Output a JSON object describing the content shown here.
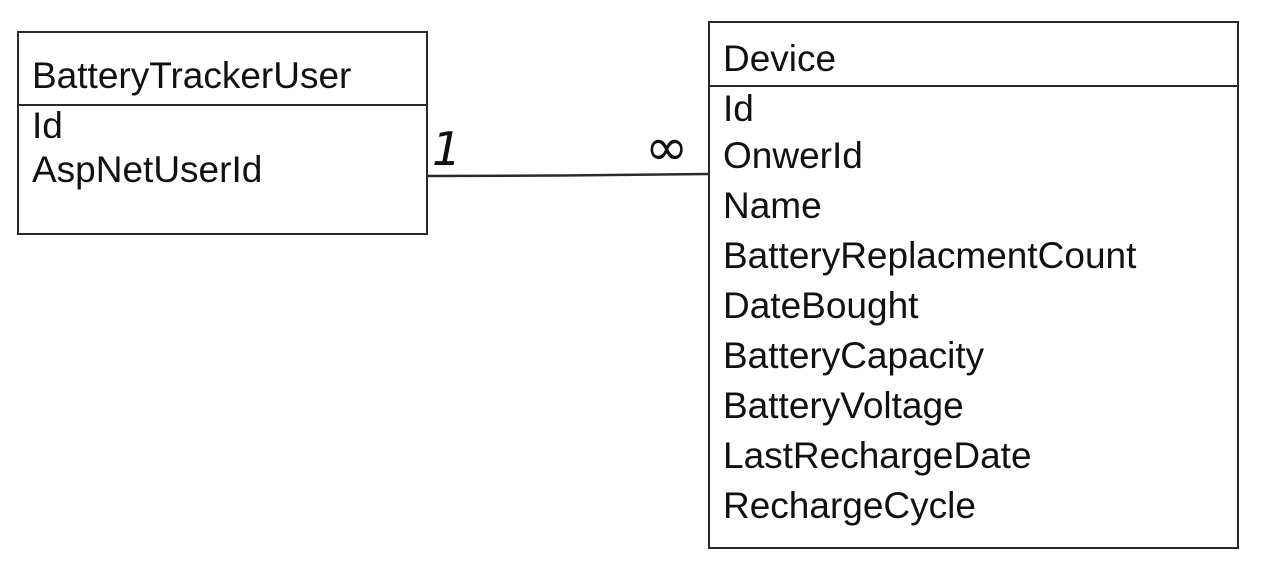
{
  "entities": {
    "user": {
      "title": "BatteryTrackerUser",
      "attributes": [
        "Id",
        "AspNetUserId"
      ]
    },
    "device": {
      "title": "Device",
      "attributes": [
        "Id",
        "OnwerId",
        "Name",
        "BatteryReplacmentCount",
        "DateBought",
        "BatteryCapacity",
        "BatteryVoltage",
        "LastRechargeDate",
        "RechargeCycle"
      ]
    }
  },
  "relationship": {
    "from_cardinality": "1",
    "to_cardinality": "∞"
  },
  "colors": {
    "stroke": "#2a2a2a",
    "text": "#111111",
    "background": "#ffffff"
  }
}
